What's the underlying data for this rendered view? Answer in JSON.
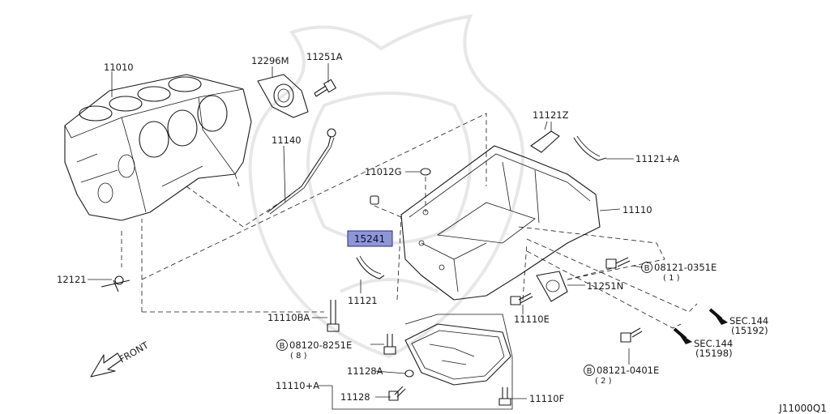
{
  "diagram_code": "J11000Q1",
  "front_label": "FRONT",
  "highlight": {
    "part": "15241",
    "color": "#8f96d8"
  },
  "parts": {
    "p11010": "11010",
    "p12296m": "12296M",
    "p11251a": "11251A",
    "p11140": "11140",
    "p11012g": "11012G",
    "p11121z": "11121Z",
    "p11121a": "11121+A",
    "p11110": "11110",
    "p12121": "12121",
    "p11121": "11121",
    "p11110ba": "11110BA",
    "p11251n": "11251N",
    "p11110e": "11110E",
    "p11110a": "11110+A",
    "p11128a": "11128A",
    "p11128": "11128",
    "p11110f": "11110F"
  },
  "bolts": [
    {
      "id": "b0351",
      "circle": "B",
      "code": "08121-0351E",
      "qty": "( 1 )"
    },
    {
      "id": "b8251",
      "circle": "B",
      "code": "08120-8251E",
      "qty": "( 8 )"
    },
    {
      "id": "b0401",
      "circle": "B",
      "code": "08121-0401E",
      "qty": "( 2 )"
    }
  ],
  "section_refs": [
    {
      "sec": "SEC.144",
      "ref": "(15192)"
    },
    {
      "sec": "SEC.144",
      "ref": "(15198)"
    }
  ]
}
